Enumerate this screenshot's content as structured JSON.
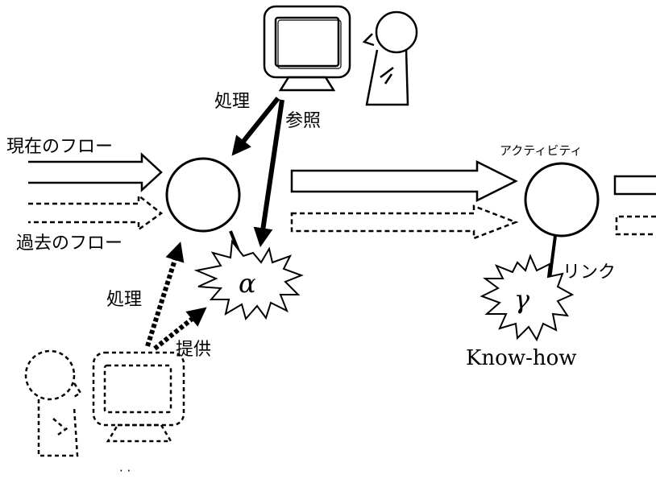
{
  "labels": {
    "current_flow": "現在のフロー",
    "past_flow": "過去のフロー",
    "process_top": "処理",
    "reference": "参照",
    "process_left": "処理",
    "provide": "提供",
    "activity": "アクティビティ",
    "link": "リンク",
    "knowhow": "Know-how",
    "alpha": "α",
    "gamma": "γ",
    "dots": "· ·"
  },
  "colors": {
    "ink": "#000000",
    "background": "#ffffff"
  },
  "line_styles": {
    "current": "solid",
    "past": "dashed"
  }
}
